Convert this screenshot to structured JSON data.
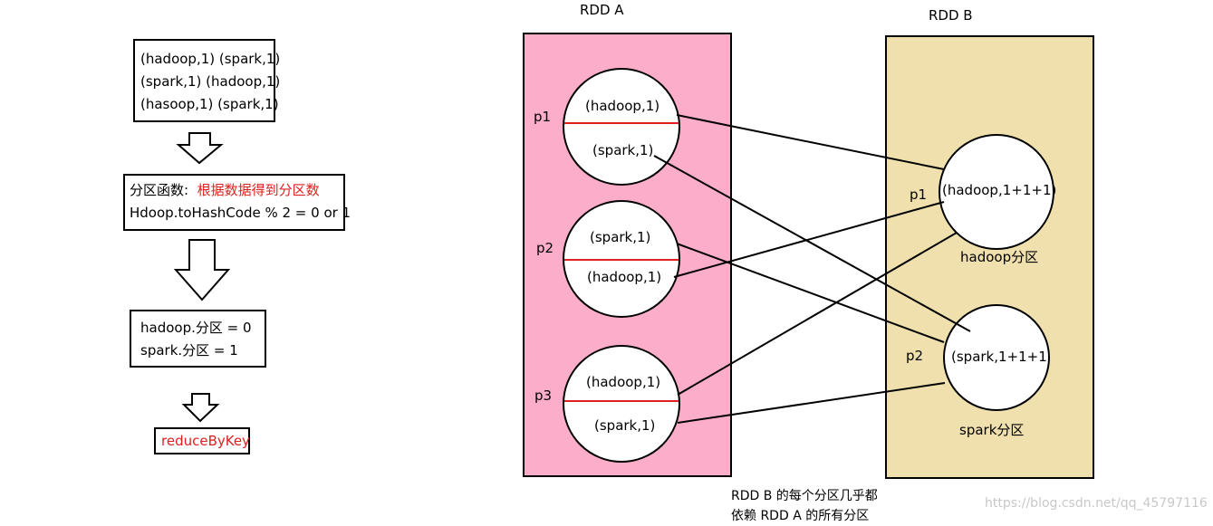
{
  "input": {
    "lines": [
      "(hadoop,1) (spark,1)",
      "(spark,1) (hadoop,1)",
      "(hasoop,1) (spark,1)"
    ]
  },
  "partition_func": {
    "label": "分区函数:",
    "desc": "根据数据得到分区数",
    "formula": "Hdoop.toHashCode % 2 = 0 or 1"
  },
  "result": {
    "lines": [
      "hadoop.分区 = 0",
      "spark.分区 = 1"
    ]
  },
  "reduce": {
    "label": "reduceByKey"
  },
  "rdd_a": {
    "title": "RDD A",
    "partitions": [
      {
        "label": "p1",
        "top": "(hadoop,1)",
        "bottom": "(spark,1)"
      },
      {
        "label": "p2",
        "top": "(spark,1)",
        "bottom": "(hadoop,1)"
      },
      {
        "label": "p3",
        "top": "(hadoop,1)",
        "bottom": "(spark,1)"
      }
    ]
  },
  "rdd_b": {
    "title": "RDD B",
    "partitions": [
      {
        "label": "p1",
        "value": "(hadoop,1+1+1)",
        "caption": "hadoop分区"
      },
      {
        "label": "p2",
        "value": "(spark,1+1+1",
        "caption": "spark分区"
      }
    ]
  },
  "note": {
    "lines": [
      "RDD B 的每个分区几乎都",
      "依赖 RDD A 的所有分区"
    ]
  },
  "watermark": "https://blog.csdn.net/qq_45797116",
  "colors": {
    "rdd_a_fill": "#fbadc9",
    "rdd_b_fill": "#efe0ad",
    "divider": "#e02020",
    "highlight_text": "#e02020"
  }
}
